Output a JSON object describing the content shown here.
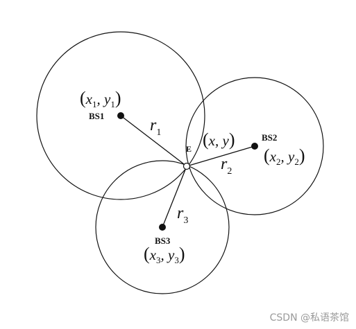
{
  "stations": [
    {
      "id": "BS1",
      "label": "BS1",
      "coord": {
        "x": "x",
        "xsub": "1",
        "y": "y",
        "ysub": "1"
      }
    },
    {
      "id": "BS2",
      "label": "BS2",
      "coord": {
        "x": "x",
        "xsub": "2",
        "y": "y",
        "ysub": "2"
      }
    },
    {
      "id": "BS3",
      "label": "BS3",
      "coord": {
        "x": "x",
        "xsub": "3",
        "y": "y",
        "ysub": "3"
      }
    }
  ],
  "target": {
    "label": "E",
    "coord": {
      "x": "x",
      "y": "y"
    }
  },
  "radii": [
    {
      "symbol": "r",
      "sub": "1"
    },
    {
      "symbol": "r",
      "sub": "2"
    },
    {
      "symbol": "r",
      "sub": "3"
    }
  ],
  "punctuation": {
    "open": "(",
    "close": ")",
    "comma": ", "
  },
  "watermark": "CSDN @私语茶馆"
}
